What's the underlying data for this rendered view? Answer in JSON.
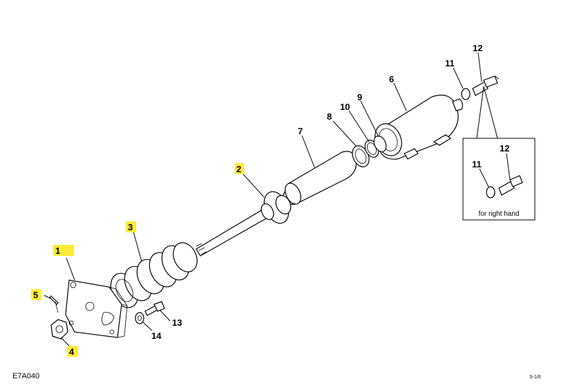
{
  "diagram_code": "E7A040",
  "page_ref": "S-1/6",
  "detail_caption": "for right hand",
  "callouts": [
    {
      "id": "1",
      "label": "1",
      "highlight": true
    },
    {
      "id": "2",
      "label": "2",
      "highlight": true
    },
    {
      "id": "3",
      "label": "3",
      "highlight": true
    },
    {
      "id": "4",
      "label": "4",
      "highlight": true
    },
    {
      "id": "5",
      "label": "5",
      "highlight": true
    },
    {
      "id": "6",
      "label": "6",
      "highlight": false
    },
    {
      "id": "7",
      "label": "7",
      "highlight": false
    },
    {
      "id": "8",
      "label": "8",
      "highlight": false
    },
    {
      "id": "9",
      "label": "9",
      "highlight": false
    },
    {
      "id": "10",
      "label": "10",
      "highlight": false
    },
    {
      "id": "11",
      "label": "11",
      "highlight": false
    },
    {
      "id": "12",
      "label": "12",
      "highlight": false
    },
    {
      "id": "13",
      "label": "13",
      "highlight": false
    },
    {
      "id": "14",
      "label": "14",
      "highlight": false
    },
    {
      "id": "11b",
      "label": "11",
      "highlight": false
    },
    {
      "id": "12b",
      "label": "12",
      "highlight": false
    }
  ],
  "colors": {
    "highlight": "#ffeb3b",
    "line": "#000000",
    "background": "#ffffff"
  }
}
